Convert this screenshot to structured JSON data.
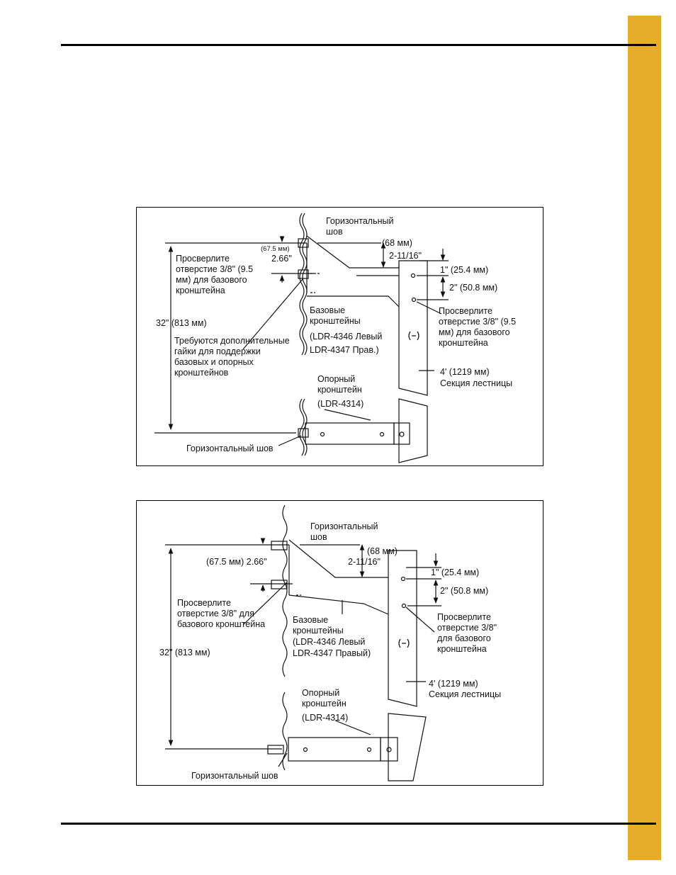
{
  "colors": {
    "tab": "#e5ad2a",
    "rule": "#000000"
  },
  "figure1": {
    "horizontal_seam_top": [
      "Горизонтальный",
      "шов"
    ],
    "dim_68": "(68 мм)",
    "dim_2_11_16": "2-11/16\"",
    "dim_67_5": "(67.5 мм)",
    "dim_2_66": "2.66\"",
    "drill_left": [
      "Просверлите",
      "отверстие 3/8\" (9.5",
      "мм) для базового",
      "кронштейна"
    ],
    "dim_1in": "1\" (25.4 мм)",
    "dim_2in": "2\" (50.8 мм)",
    "drill_right": [
      "Просверлите",
      "отверстие 3/8\" (9.5",
      "мм) для базового",
      "кронштейна"
    ],
    "base_brackets": [
      "Базовые",
      "кронштейны",
      "(LDR-4346 Левый",
      "LDR-4347 Прав.)"
    ],
    "dim_32": "32\" (813 мм)",
    "extra_nuts": [
      "Требуются дополнительные",
      "гайки для поддержки",
      "базовых и опорных",
      "кронштейнов"
    ],
    "ladder_section": [
      "4'  (1219 мм)",
      "Секция лестницы"
    ],
    "support_bracket": [
      "Опорный",
      "кронштейн",
      "(LDR-4314)"
    ],
    "horizontal_seam_bottom": "Горизонтальный шов"
  },
  "figure2": {
    "horizontal_seam_top": [
      "Горизонтальный",
      "шов"
    ],
    "dim_68": "(68 мм)",
    "dim_2_11_16": "2-11/16\"",
    "dim_67_5_266": "(67.5 мм)  2.66\"",
    "dim_1in": "1\"  (25.4 мм)",
    "dim_2in": "2\" (50.8 мм)",
    "drill_left": [
      "Просверлите",
      "отверстие 3/8\" для",
      "базового кронштейна"
    ],
    "base_brackets": [
      "Базовые",
      "кронштейны",
      "(LDR-4346 Левый",
      "LDR-4347 Правый)"
    ],
    "drill_right": [
      "Просверлите",
      "отверстие 3/8\"",
      "для базового",
      "кронштейна"
    ],
    "dim_32": "32\" (813 мм)",
    "ladder_section": [
      "4' (1219 мм)",
      "Секция лестницы"
    ],
    "support_bracket": [
      "Опорный",
      "кронштейн",
      "(LDR-4314)"
    ],
    "horizontal_seam_bottom": "Горизонтальный шов"
  }
}
